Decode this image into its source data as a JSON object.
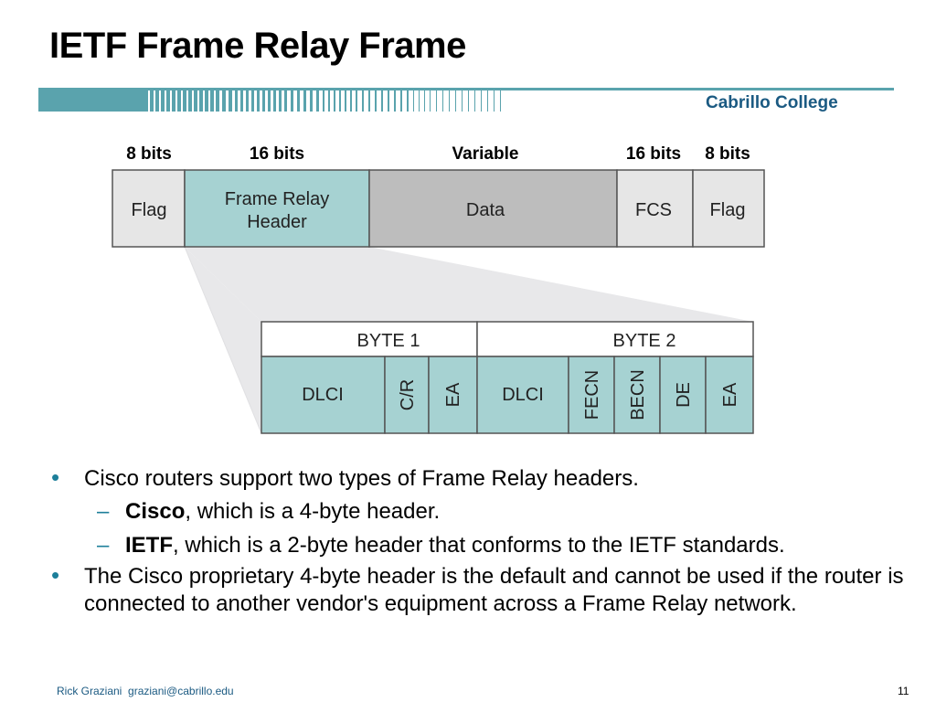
{
  "slide": {
    "title": "IETF Frame Relay Frame",
    "brand": "Cabrillo College",
    "footer_author": "Rick Graziani  graziani@cabrillo.edu",
    "page_number": "11"
  },
  "frame": {
    "sizes": [
      "8 bits",
      "16 bits",
      "Variable",
      "16 bits",
      "8 bits"
    ],
    "fields": [
      {
        "lines": [
          "Flag"
        ]
      },
      {
        "lines": [
          "Frame Relay",
          "Header"
        ]
      },
      {
        "lines": [
          "Data"
        ]
      },
      {
        "lines": [
          "FCS"
        ]
      },
      {
        "lines": [
          "Flag"
        ]
      }
    ]
  },
  "header_detail": {
    "bytes": [
      "BYTE 1",
      "BYTE 2"
    ],
    "bits": [
      "DLCI",
      "C/R",
      "EA",
      "DLCI",
      "FECN",
      "BECN",
      "DE",
      "EA"
    ]
  },
  "bullets": [
    {
      "text": "Cisco routers support two types of Frame Relay headers.",
      "subs": [
        {
          "bold": "Cisco",
          "text": ", which is a 4-byte header."
        },
        {
          "bold": "IETF",
          "text": ", which is a 2-byte header that conforms to the IETF standards."
        }
      ]
    },
    {
      "text": "The Cisco proprietary 4-byte header is the default and cannot be used if the router is connected to another vendor's equipment across a Frame Relay network.",
      "subs": []
    }
  ],
  "colors": {
    "teal_field": "#a6d2d2",
    "light_field": "#e6e6e6",
    "data_field": "#bdbdbd",
    "brand_blue": "#1b5a82",
    "bullet_teal": "#1d7f9a"
  }
}
